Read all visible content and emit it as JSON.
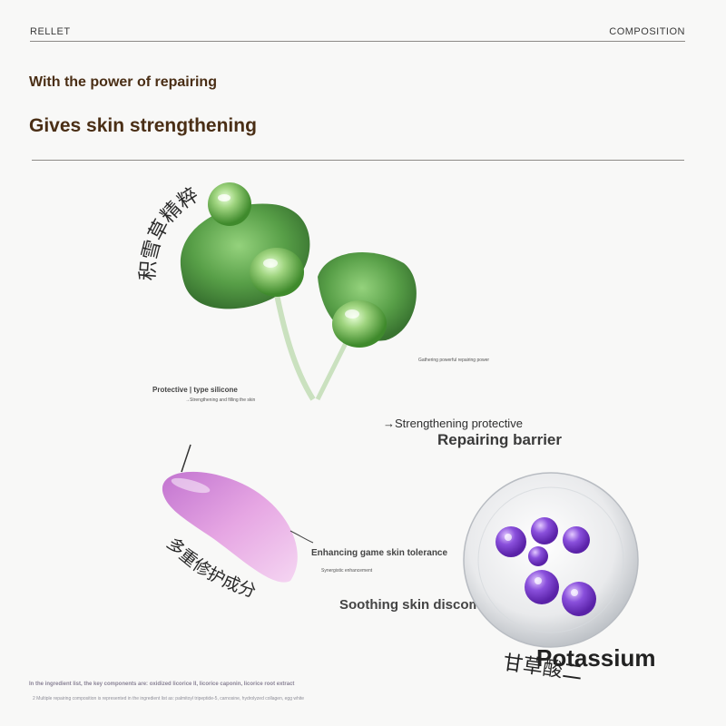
{
  "header": {
    "brand": "RELLET",
    "section": "COMPOSITION"
  },
  "intro": {
    "subheading": "With the power of repairing",
    "heading": "Gives skin strengthening"
  },
  "ingredients": {
    "centella": {
      "cn_name": "积雪草精粹",
      "label": "Protective | type silicone",
      "sublabel": "→Strengthening and filling the skin",
      "side_note": "Gathering powerful repairing power"
    },
    "barrier": {
      "line1": "→Strengthening protective",
      "line2": "Repairing barrier"
    },
    "multi_repair": {
      "cn_name": "多重修护成分",
      "label": "Enhancing game skin tolerance",
      "sublabel": "Synergistic enhancement"
    },
    "glycyrrhizic": {
      "label": "Soothing skin discomfort",
      "cn_name": "甘草酸二",
      "en_name": "Potassium"
    }
  },
  "footnotes": {
    "line1": "In the ingredient list, the key components are: oxidized licorice II, licorice caponin, licorice root extract",
    "line2": "2 Multiple repairing composition is represented in the ingredient list as: palmitoyl tripeptide-5, carnosine, hydrolyzed collagen, egg white"
  },
  "colors": {
    "heading_brown": "#4a2e15",
    "rule_gray": "#8d8a87",
    "leaf_green": "#4f9a3e",
    "pink_gel": "#d98fd6",
    "purple_bead": "#7a3fd0"
  }
}
